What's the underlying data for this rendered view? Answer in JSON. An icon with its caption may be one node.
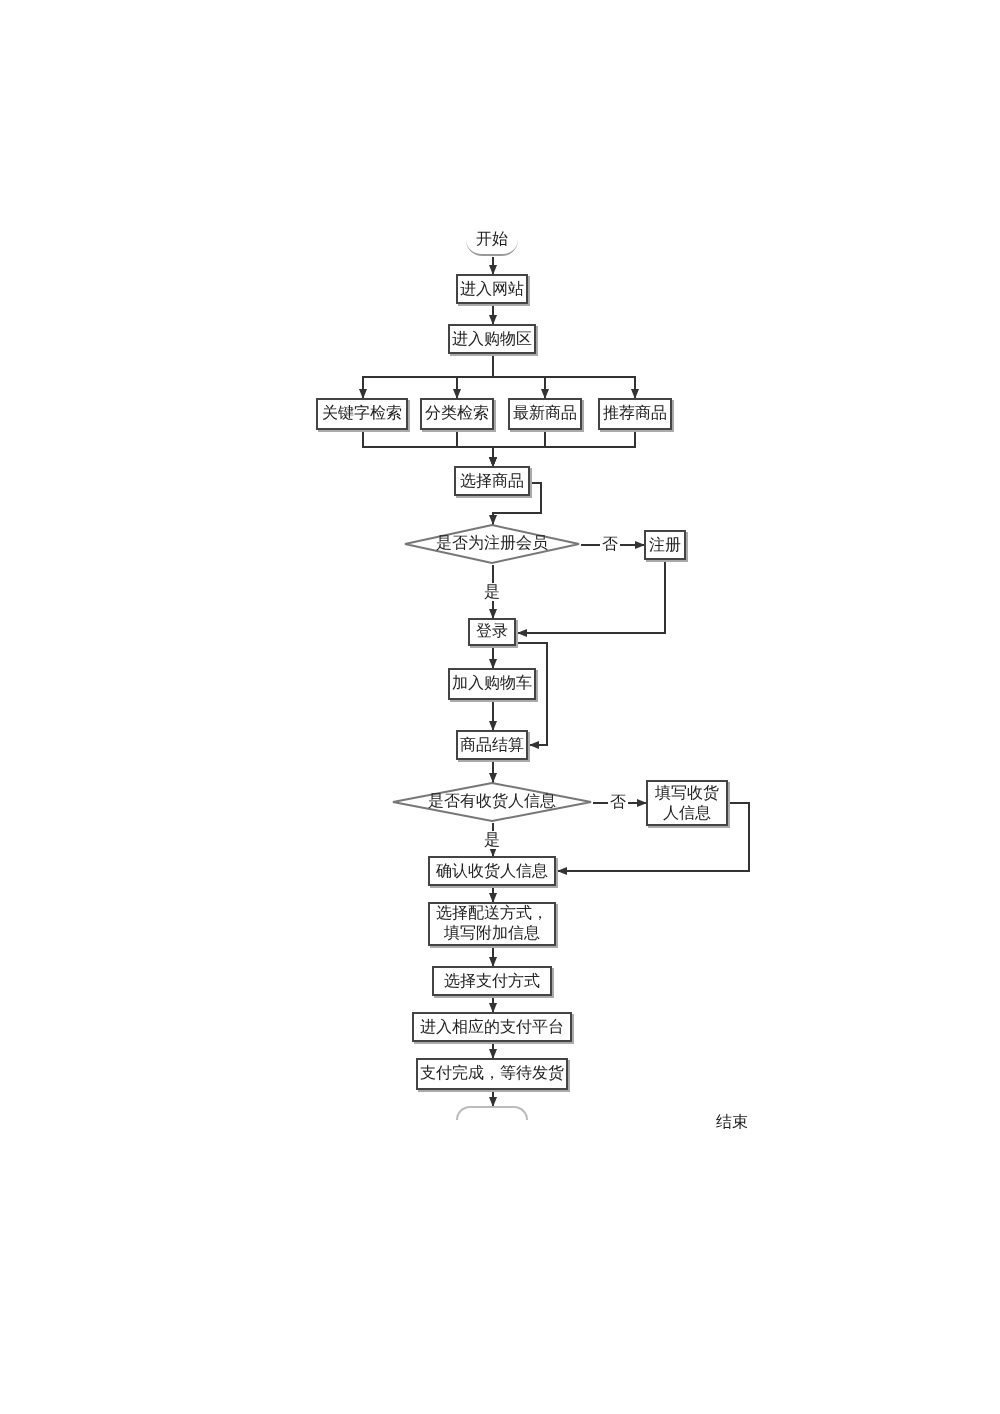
{
  "diagram": {
    "nodes": [
      {
        "text": [
          "开始"
        ]
      },
      {
        "text": [
          "进入网站"
        ]
      },
      {
        "text": [
          "进入购物区"
        ]
      },
      {
        "text": [
          "关键字检索"
        ]
      },
      {
        "text": [
          "分类检索"
        ]
      },
      {
        "text": [
          "最新商品"
        ]
      },
      {
        "text": [
          "推荐商品"
        ]
      },
      {
        "text": [
          "选择商品"
        ]
      },
      {
        "text": [
          "是否为注册会员"
        ]
      },
      {
        "text": [
          "注册"
        ]
      },
      {
        "text": [
          "登录"
        ]
      },
      {
        "text": [
          "加入购物车"
        ]
      },
      {
        "text": [
          "商品结算"
        ]
      },
      {
        "text": [
          "是否有收货人信息"
        ]
      },
      {
        "text": [
          "填写收货人信息"
        ]
      },
      {
        "text": [
          "确认收货人信息"
        ]
      },
      {
        "text": [
          "选择配送方式，填写附加信息"
        ]
      },
      {
        "text": [
          "选择支付方式"
        ]
      },
      {
        "text": [
          "进入相应的支付平台"
        ]
      },
      {
        "text": [
          "支付完成，等待发货"
        ]
      },
      {
        "text": [],
        "shape": "box"
      }
    ],
    "edges": [
      {
        "from": 0,
        "to": 1,
        "arrow": "to"
      },
      {
        "from": 1,
        "to": 2,
        "arrow": "to"
      },
      {
        "from": 2,
        "to": 3,
        "arrow": "to"
      },
      {
        "from": 2,
        "to": 4,
        "arrow": "to"
      },
      {
        "from": 2,
        "to": 5,
        "arrow": "to"
      },
      {
        "from": 2,
        "to": 6,
        "arrow": "to"
      },
      {
        "from": 3,
        "to": 7,
        "arrow": "to"
      },
      {
        "from": 4,
        "to": 7,
        "arrow": "to"
      },
      {
        "from": 5,
        "to": 7,
        "arrow": "to"
      },
      {
        "from": 6,
        "to": 7,
        "arrow": "to"
      },
      {
        "from": 7,
        "to": 8,
        "arrow": "to"
      },
      {
        "from": 8,
        "to": 9,
        "arrow": "to",
        "label": "否"
      },
      {
        "from": 8,
        "to": 10,
        "arrow": "to",
        "label": "是"
      },
      {
        "from": 9,
        "to": 10,
        "arrow": "to"
      },
      {
        "from": 10,
        "to": 11,
        "arrow": "to"
      },
      {
        "from": 10,
        "to": 12,
        "arrow": "to"
      },
      {
        "from": 11,
        "to": 12,
        "arrow": "to"
      },
      {
        "from": 12,
        "to": 13,
        "arrow": "to"
      },
      {
        "from": 13,
        "to": 14,
        "arrow": "to",
        "label": "否"
      },
      {
        "from": 13,
        "to": 15,
        "arrow": "to",
        "label": "是"
      },
      {
        "from": 14,
        "to": 15,
        "arrow": "to"
      },
      {
        "from": 15,
        "to": 16,
        "arrow": "to"
      },
      {
        "from": 16,
        "to": 17,
        "arrow": "to"
      },
      {
        "from": 17,
        "to": 18,
        "arrow": "to"
      },
      {
        "from": 18,
        "to": 19,
        "arrow": "to"
      },
      {
        "from": 19,
        "to": 20,
        "arrow": "to"
      }
    ],
    "labels": [
      "结束"
    ]
  }
}
